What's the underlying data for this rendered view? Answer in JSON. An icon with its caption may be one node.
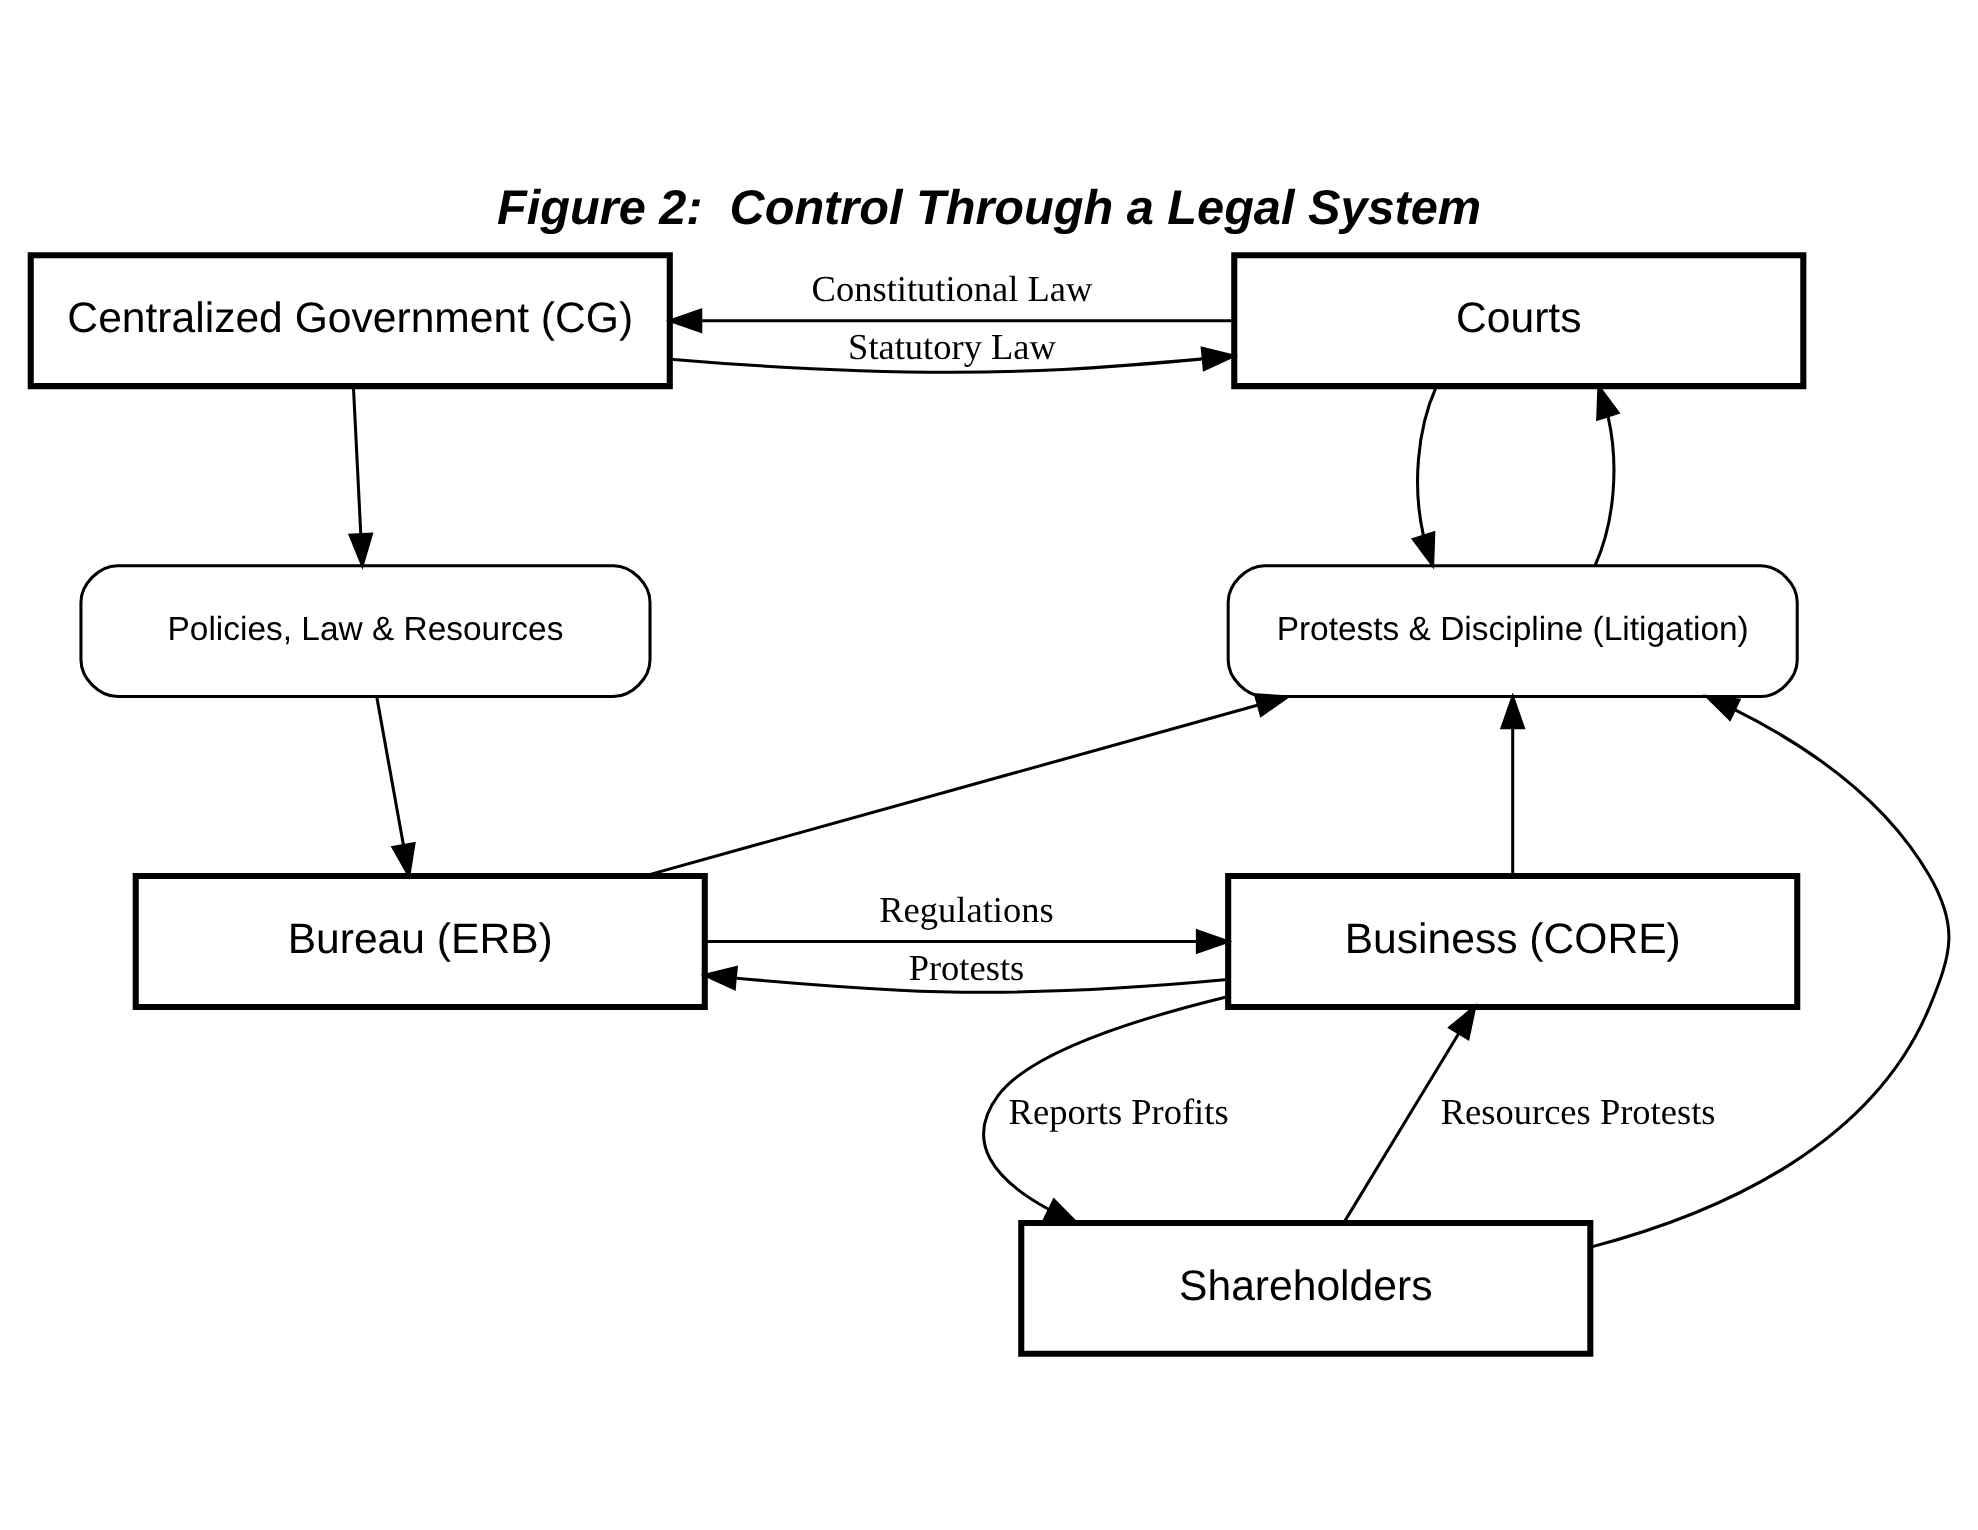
{
  "diagram": {
    "title": "Figure 2:  Control Through a Legal System",
    "nodes": [
      {
        "text": [
          "Centralized Government (CG)"
        ]
      },
      {
        "text": [
          "Courts"
        ]
      },
      {
        "text": [
          "Policies, Law & Resources"
        ]
      },
      {
        "text": [
          "Protests & Discipline (Litigation)"
        ]
      },
      {
        "text": [
          "Bureau (ERB)"
        ]
      },
      {
        "text": [
          "Business (CORE)"
        ]
      },
      {
        "text": [
          "Shareholders"
        ]
      }
    ],
    "edges": [
      {
        "from": 0,
        "to": 1,
        "arrow": "to",
        "label": "Statutory Law"
      },
      {
        "from": 1,
        "to": 0,
        "arrow": "to",
        "label": "Constitutional Law"
      },
      {
        "from": 0,
        "to": 2,
        "arrow": "to"
      },
      {
        "from": 2,
        "to": 4,
        "arrow": "to"
      },
      {
        "from": 1,
        "to": 3,
        "arrow": "to"
      },
      {
        "from": 3,
        "to": 1,
        "arrow": "to"
      },
      {
        "from": 4,
        "to": 3,
        "arrow": "to"
      },
      {
        "from": 5,
        "to": 3,
        "arrow": "to"
      },
      {
        "from": 4,
        "to": 5,
        "arrow": "to",
        "label": "Regulations"
      },
      {
        "from": 5,
        "to": 4,
        "arrow": "to",
        "label": "Protests"
      },
      {
        "from": 5,
        "to": 6,
        "arrow": "to",
        "label": "Reports Profits"
      },
      {
        "from": 6,
        "to": 5,
        "arrow": "to",
        "label": "Resources Protests"
      },
      {
        "from": 6,
        "to": 3,
        "arrow": "to"
      }
    ]
  }
}
